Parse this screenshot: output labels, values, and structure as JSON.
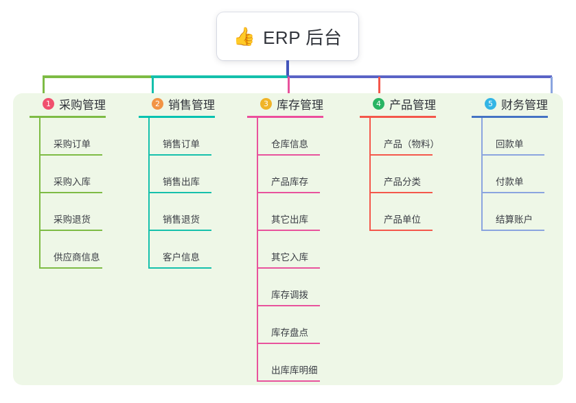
{
  "root": {
    "icon": "thumbs-up-icon",
    "icon_glyph": "👍",
    "title": "ERP 后台"
  },
  "palette": {
    "panel_bg": "#eef7e7",
    "page_bg": "#ffffff",
    "stem": "#4355bb",
    "bus_left": "#7dbb44",
    "bus_mid": "#14c0ab",
    "bus_right": "#5a63c6"
  },
  "columns": [
    {
      "number": "1",
      "title": "采购管理",
      "badge_color": "#f0506e",
      "line_color": "#7dbb44",
      "rule_color": "#7dbb44",
      "items": [
        {
          "label": "采购订单"
        },
        {
          "label": "采购入库"
        },
        {
          "label": "采购退货"
        },
        {
          "label": "供应商信息"
        }
      ]
    },
    {
      "number": "2",
      "title": "销售管理",
      "badge_color": "#f29445",
      "line_color": "#14c0ab",
      "rule_color": "#00c2b0",
      "items": [
        {
          "label": "销售订单"
        },
        {
          "label": "销售出库"
        },
        {
          "label": "销售退货"
        },
        {
          "label": "客户信息"
        }
      ]
    },
    {
      "number": "3",
      "title": "库存管理",
      "badge_color": "#f0b429",
      "line_color": "#e8529c",
      "rule_color": "#ec4e9c",
      "items": [
        {
          "label": "仓库信息"
        },
        {
          "label": "产品库存"
        },
        {
          "label": "其它出库"
        },
        {
          "label": "其它入库"
        },
        {
          "label": "库存调拨"
        },
        {
          "label": "库存盘点"
        },
        {
          "label": "出库库明细"
        }
      ]
    },
    {
      "number": "4",
      "title": "产品管理",
      "badge_color": "#28b463",
      "line_color": "#f4564a",
      "rule_color": "#f4564a",
      "items": [
        {
          "label": "产品（物料）"
        },
        {
          "label": "产品分类"
        },
        {
          "label": "产品单位"
        }
      ]
    },
    {
      "number": "5",
      "title": "财务管理",
      "badge_color": "#33b5e5",
      "line_color": "#8aa4df",
      "rule_color": "#4472c4",
      "items": [
        {
          "label": "回款单"
        },
        {
          "label": "付款单"
        },
        {
          "label": "结算账户"
        }
      ]
    }
  ]
}
